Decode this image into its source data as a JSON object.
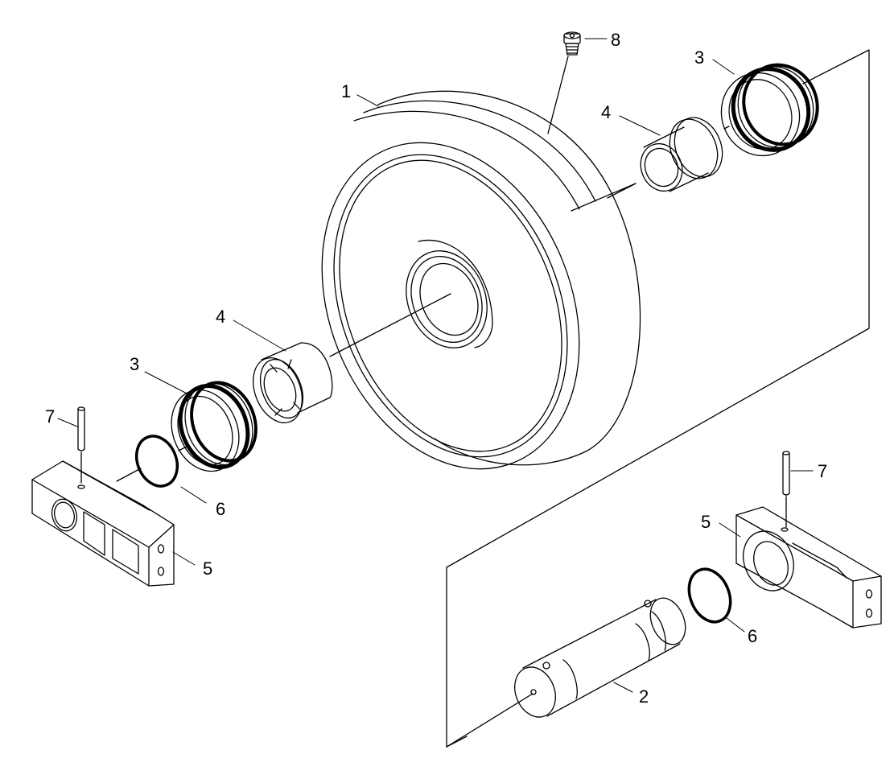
{
  "colors": {
    "stroke": "#000000",
    "background": "#ffffff"
  },
  "callouts": [
    {
      "id": "c1",
      "text": "1"
    },
    {
      "id": "c2",
      "text": "2"
    },
    {
      "id": "c3a",
      "text": "3"
    },
    {
      "id": "c3b",
      "text": "3"
    },
    {
      "id": "c4a",
      "text": "4"
    },
    {
      "id": "c4b",
      "text": "4"
    },
    {
      "id": "c5a",
      "text": "5"
    },
    {
      "id": "c5b",
      "text": "5"
    },
    {
      "id": "c6a",
      "text": "6"
    },
    {
      "id": "c6b",
      "text": "6"
    },
    {
      "id": "c7a",
      "text": "7"
    },
    {
      "id": "c7b",
      "text": "7"
    },
    {
      "id": "c8",
      "text": "8"
    }
  ]
}
